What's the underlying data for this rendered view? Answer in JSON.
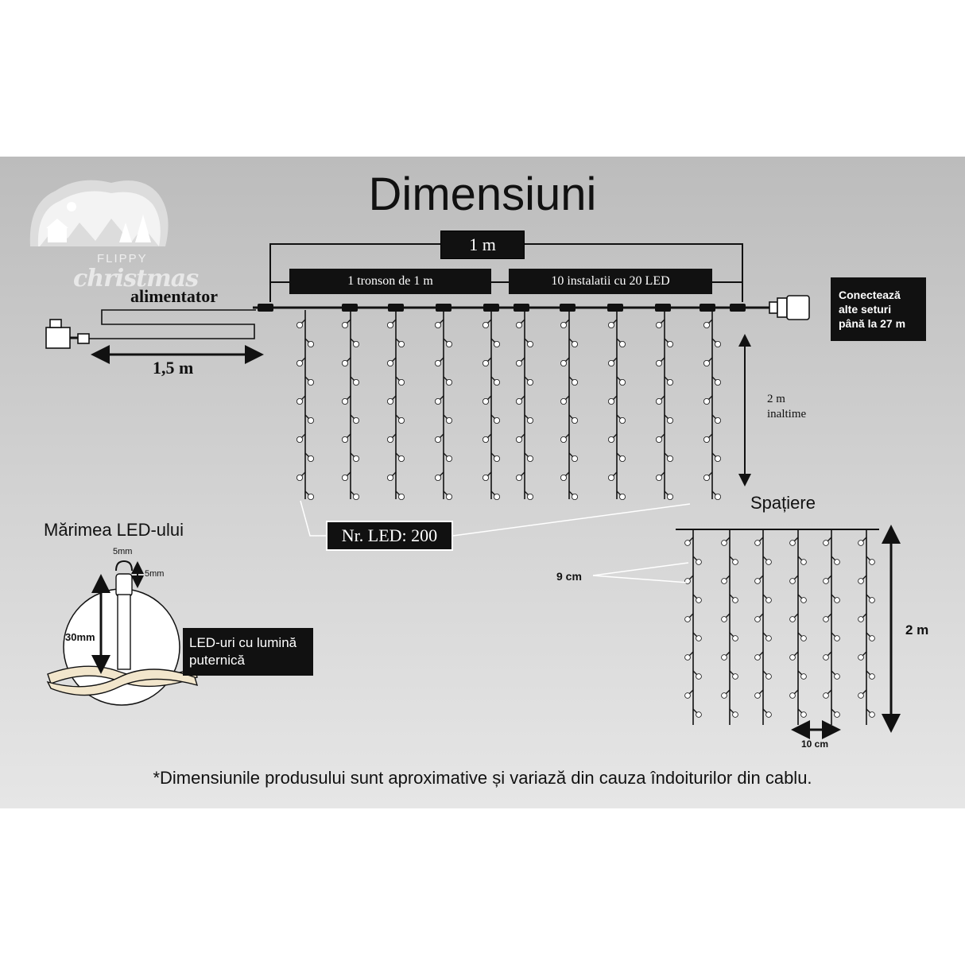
{
  "title": "Dimensiuni",
  "top_diagram": {
    "width_label": "1 m",
    "section_label": "1 tronson de 1 m",
    "strands_label": "10 instalatii cu 20 LED",
    "power_label": "alimentator",
    "cable_length": "1,5 m",
    "connect_line1": "Conectează",
    "connect_line2": "alte seturi",
    "connect_line3": "până la 27 m",
    "height_value": "2 m",
    "height_word": "inaltime",
    "led_count": "Nr. LED:  200"
  },
  "led_size": {
    "title": "Mărimea LED-ului",
    "width": "5mm",
    "cap": "5mm",
    "height": "30mm",
    "note_line1": "LED-uri cu lumină",
    "note_line2": "puternică"
  },
  "spacing": {
    "title": "Spațiere",
    "vertical_spacing": "9 cm",
    "height": "2 m",
    "horizontal_spacing": "10 cm"
  },
  "logo": {
    "line1": "FLIPPY",
    "line2": "christmas"
  },
  "footer": "*Dimensiunile produsului sunt aproximative și variază din cauza îndoiturilor din cablu.",
  "colors": {
    "background_top": "#bcbcbc",
    "background_bottom": "#e6e6e6",
    "label_box": "#111111",
    "led": "#ffffff",
    "wire": "#111111"
  }
}
